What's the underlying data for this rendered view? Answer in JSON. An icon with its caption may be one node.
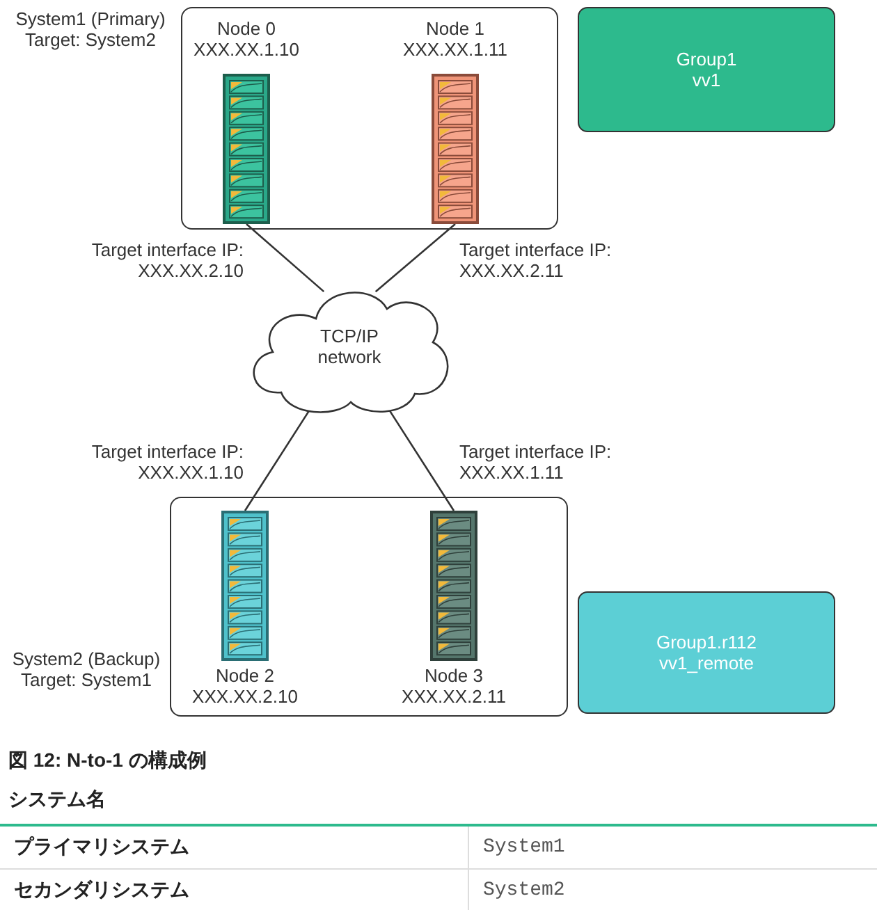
{
  "diagram": {
    "caption": "図 12: N-to-1 の構成例",
    "nodes": [
      {
        "text": [
          "System1 (Primary) Target: System2"
        ]
      },
      {
        "text": [
          "Node 0 XXX.XX.1.10"
        ],
        "in": 0
      },
      {
        "text": [
          "Node 1 XXX.XX.1.11"
        ],
        "in": 0
      },
      {
        "text": [
          "Group1 vv1"
        ]
      },
      {
        "text": [
          "TCP/IP network"
        ]
      },
      {
        "text": [
          "System2 (Backup) Target: System1"
        ]
      },
      {
        "text": [
          "Node 2 XXX.XX.2.10"
        ],
        "in": 5
      },
      {
        "text": [
          "Node 3 XXX.XX.2.11"
        ],
        "in": 5
      },
      {
        "text": [
          "Group1.r112 vv1_remote"
        ]
      }
    ],
    "edges": [
      {
        "from": 1,
        "to": 4,
        "arrow": "none",
        "label": "Target interface IP: XXX.XX.2.10"
      },
      {
        "from": 2,
        "to": 4,
        "arrow": "none",
        "label": "Target interface IP: XXX.XX.2.11"
      },
      {
        "from": 4,
        "to": 6,
        "arrow": "none",
        "label": "Target interface IP: XXX.XX.1.10"
      },
      {
        "from": 4,
        "to": 7,
        "arrow": "none",
        "label": "Target interface IP: XXX.XX.1.11"
      }
    ],
    "labels": [
      "システム名",
      "プライマリシステム",
      "System1",
      "セカンダリシステム",
      "System2"
    ]
  }
}
